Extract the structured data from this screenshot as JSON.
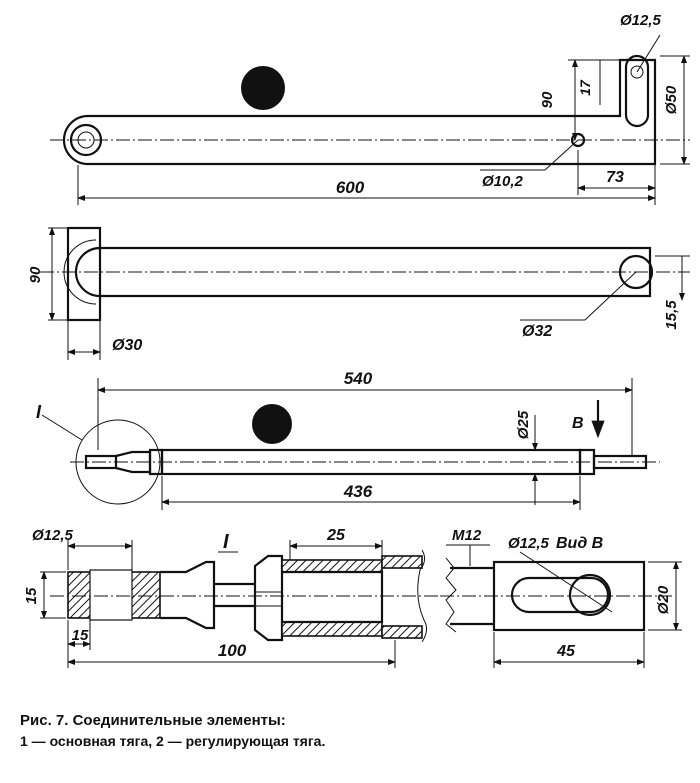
{
  "figure": {
    "view1": {
      "dims": {
        "overall_length": "600",
        "height": "90",
        "slot": "17",
        "hole_top": "Ø12,5",
        "end_width": "Ø50",
        "hole_lower": "Ø10,2",
        "end_offset": "73"
      }
    },
    "view2": {
      "dims": {
        "left_block": "Ø30",
        "height": "90",
        "hole": "Ø32",
        "end_offset": "15,5"
      }
    },
    "view3": {
      "dims": {
        "overall_length": "540",
        "inner_length": "436",
        "diameter": "Ø25",
        "view_label": "В",
        "detail_label": "I"
      }
    },
    "detail": {
      "label": "I",
      "dims": {
        "hole": "Ø12,5",
        "thickness": "15",
        "width": "15",
        "sleeve": "25",
        "length": "100"
      }
    },
    "view_b": {
      "title": "Вид  В",
      "dims": {
        "thread": "M12",
        "hole": "Ø12,5",
        "width": "Ø20",
        "length": "45"
      }
    }
  },
  "caption": {
    "title": "Рис. 7. Соединительные элементы:",
    "subtitle": "1 — основная тяга, 2 — регулирующая тяга."
  }
}
